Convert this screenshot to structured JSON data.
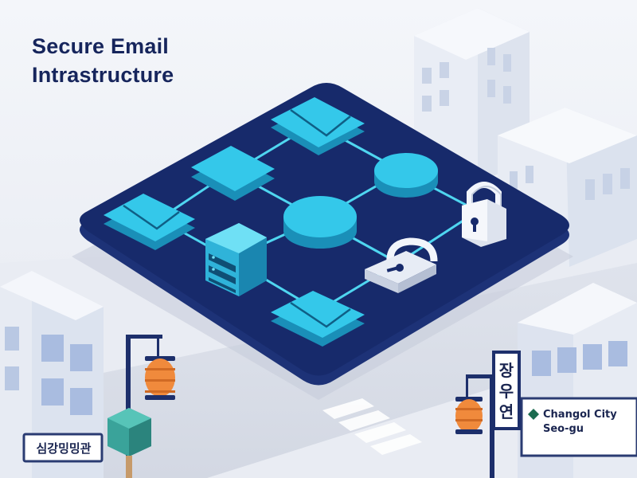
{
  "header": {
    "title_line1": "Secure Email",
    "title_line2": "Intrastructure"
  },
  "signs": {
    "left_building_sign": "심강밍밍관",
    "vertical_sign": "장우연",
    "right_building_sign_line1": "Changol City",
    "right_building_sign_line2": "Seo-gu"
  },
  "colors": {
    "platform": "#172a6b",
    "node_cyan": "#2fc3e6",
    "node_cyan_dark": "#1a8fb8",
    "link": "#4fd6f0",
    "lock_white": "#f2f5fb",
    "title": "#16255c",
    "building_light": "#e8ecf4",
    "building_blue": "#cdd9ef",
    "window": "#8fa8d6",
    "lantern": "#f08a3c",
    "street_post": "#1d2f6b"
  },
  "icons": [
    "envelope-icon",
    "database-icon",
    "padlock-icon",
    "lantern-icon",
    "street-lamp-icon"
  ]
}
